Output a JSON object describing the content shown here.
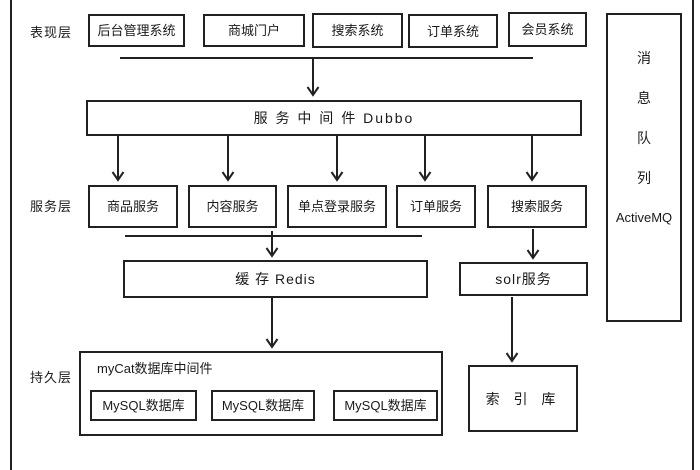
{
  "layers": {
    "presentation": "表现层",
    "service": "服务层",
    "persistence": "持久层"
  },
  "presentation_boxes": [
    {
      "label": "后台管理系统"
    },
    {
      "label": "商城门户"
    },
    {
      "label": "搜索系统"
    },
    {
      "label": "订单系统"
    },
    {
      "label": "会员系统"
    }
  ],
  "middleware": {
    "dubbo_label": "服 务 中 间 件 Dubbo"
  },
  "service_boxes": [
    {
      "label": "商品服务"
    },
    {
      "label": "内容服务"
    },
    {
      "label": "单点登录服务"
    },
    {
      "label": "订单服务"
    },
    {
      "label": "搜索服务"
    }
  ],
  "cache": {
    "redis_label": "缓 存 Redis"
  },
  "solr": {
    "label": "solr服务"
  },
  "mycat": {
    "title": "myCat数据库中间件",
    "databases": [
      {
        "label": "MySQL数据库"
      },
      {
        "label": "MySQL数据库"
      },
      {
        "label": "MySQL数据库"
      }
    ]
  },
  "index_store": {
    "label": "索 引 库"
  },
  "message_queue": {
    "chars": [
      "消",
      "息",
      "队",
      "列"
    ],
    "product": "ActiveMQ"
  },
  "colors": {
    "line": "#212121",
    "text": "#1a1a1a",
    "background": "#ffffff"
  }
}
